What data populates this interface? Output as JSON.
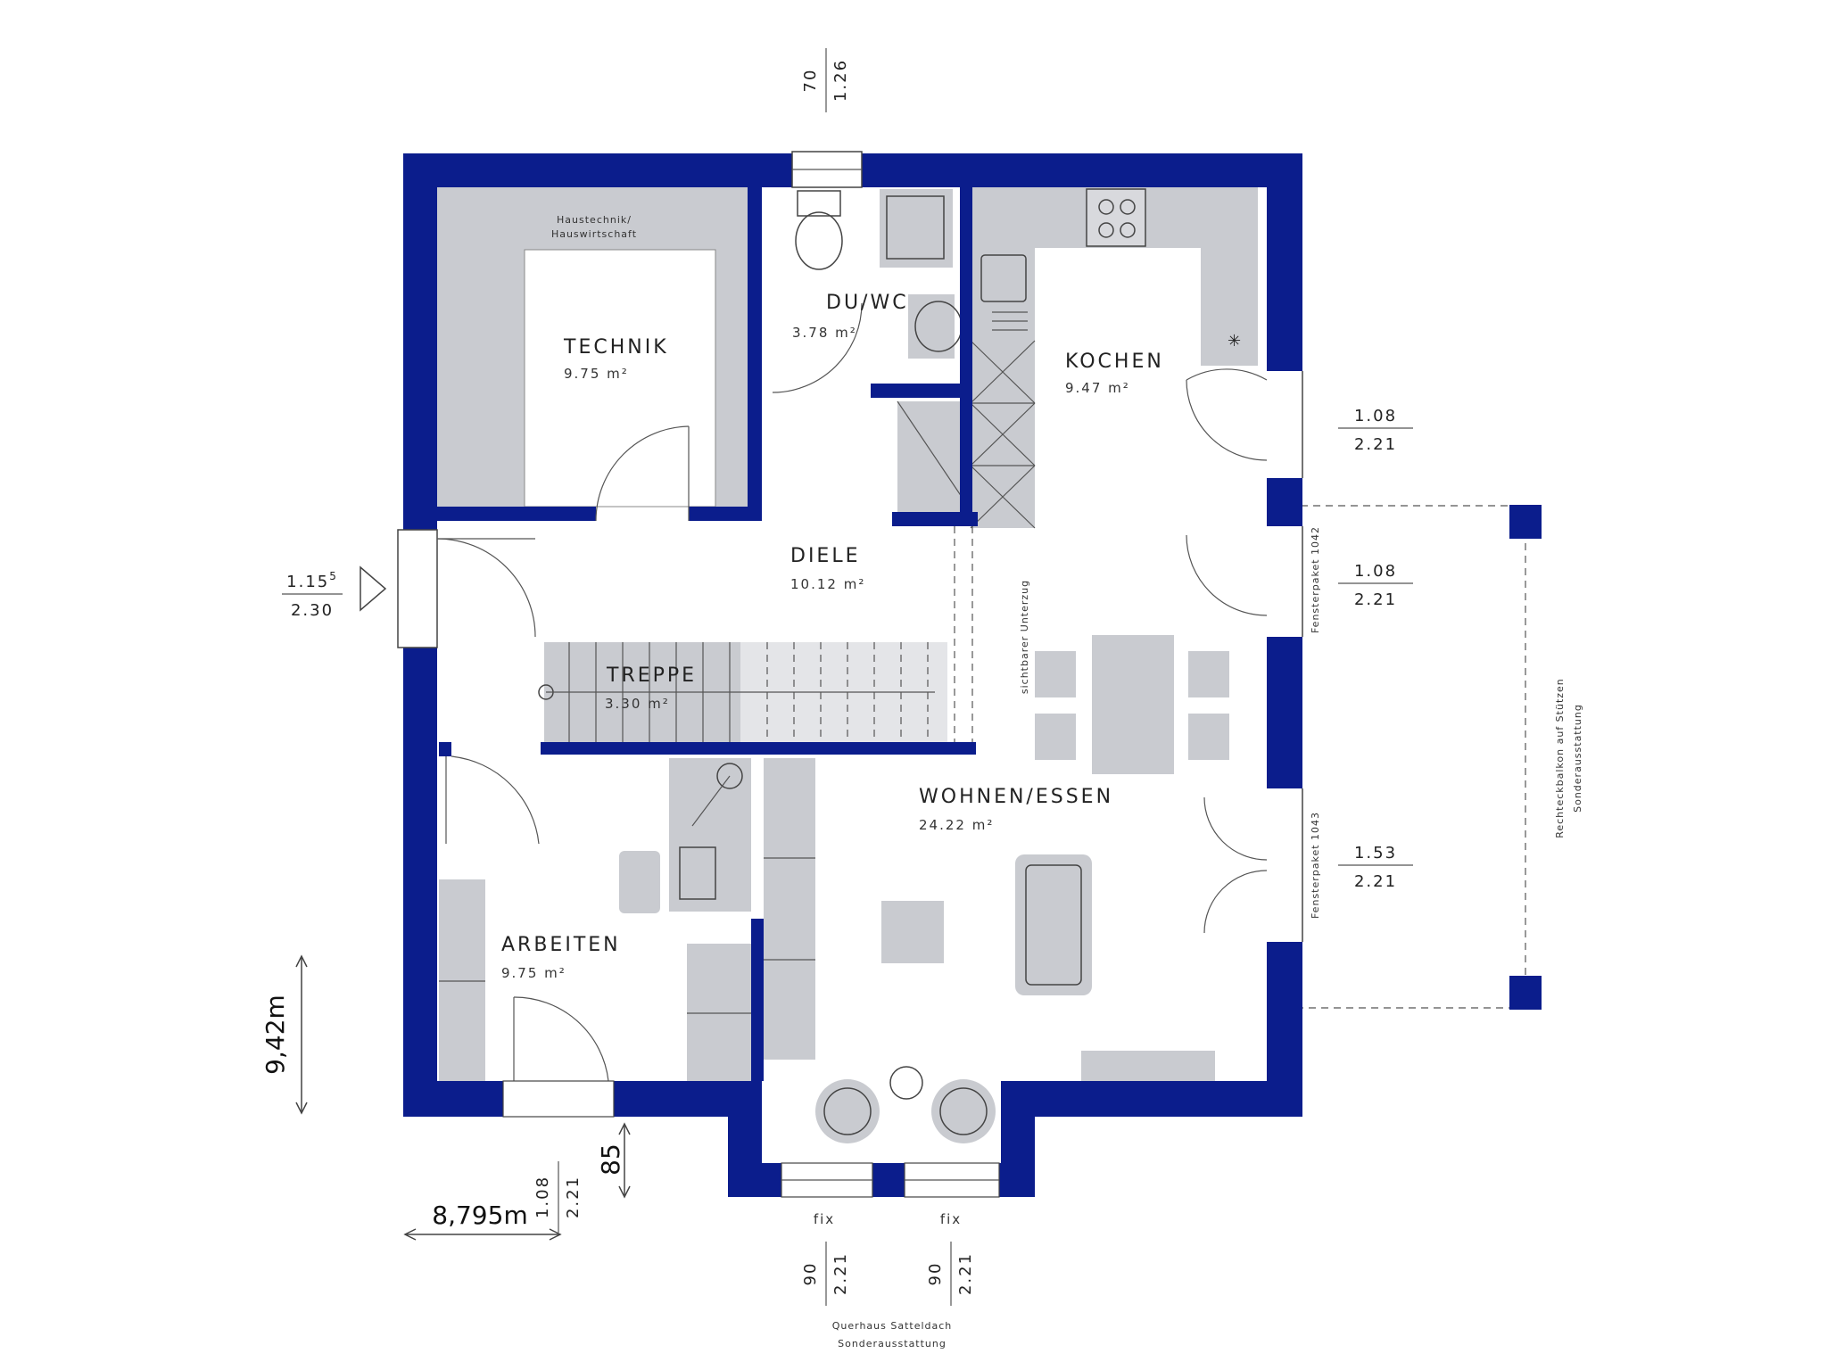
{
  "colors": {
    "walls": "#0b1d8c",
    "fixtures": "#c9cbd0",
    "background": "#ffffff"
  },
  "rooms": {
    "technik_header_1": "Haustechnik/",
    "technik_header_2": "Hauswirtschaft",
    "technik": {
      "name": "TECHNIK",
      "area": "9.75 m²"
    },
    "duwc": {
      "name": "DU/WC",
      "area": "3.78 m²"
    },
    "kochen": {
      "name": "KOCHEN",
      "area": "9.47 m²"
    },
    "diele": {
      "name": "DIELE",
      "area": "10.12 m²"
    },
    "treppe": {
      "name": "TREPPE",
      "area": "3.30 m²"
    },
    "wohnen": {
      "name": "WOHNEN/ESSEN",
      "area": "24.22 m²"
    },
    "arbeiten": {
      "name": "ARBEITEN",
      "area": "9.75 m²"
    }
  },
  "annotations": {
    "unterzug": "sichtbarer Unterzug",
    "fensterpaket_1": "Fensterpaket 1042",
    "fensterpaket_2": "Fensterpaket 1043",
    "balkon_1": "Rechteckbalkon auf Stützen",
    "balkon_2": "Sonderausstattung",
    "fix_1": "fix",
    "fix_2": "fix",
    "querhaus_1": "Querhaus Satteldach",
    "querhaus_2": "Sonderausstattung"
  },
  "dimensions": {
    "top_window": {
      "top": "70",
      "bottom": "1.26"
    },
    "kitchen_window": {
      "top": "1.08",
      "bottom": "2.21"
    },
    "door_1": {
      "top": "1.08",
      "bottom": "2.21"
    },
    "door_2": {
      "top": "1.53",
      "bottom": "2.21"
    },
    "entrance": {
      "top": "1.15",
      "sup": "5",
      "bottom": "2.30"
    },
    "bottom_door": {
      "top": "1.08",
      "bottom": "2.21"
    },
    "window_fix_1": {
      "top": "90",
      "bottom": "2.21"
    },
    "window_fix_2": {
      "top": "90",
      "bottom": "2.21"
    },
    "offset": "85",
    "height_total": "9,42m",
    "width_total": "8,795m"
  }
}
